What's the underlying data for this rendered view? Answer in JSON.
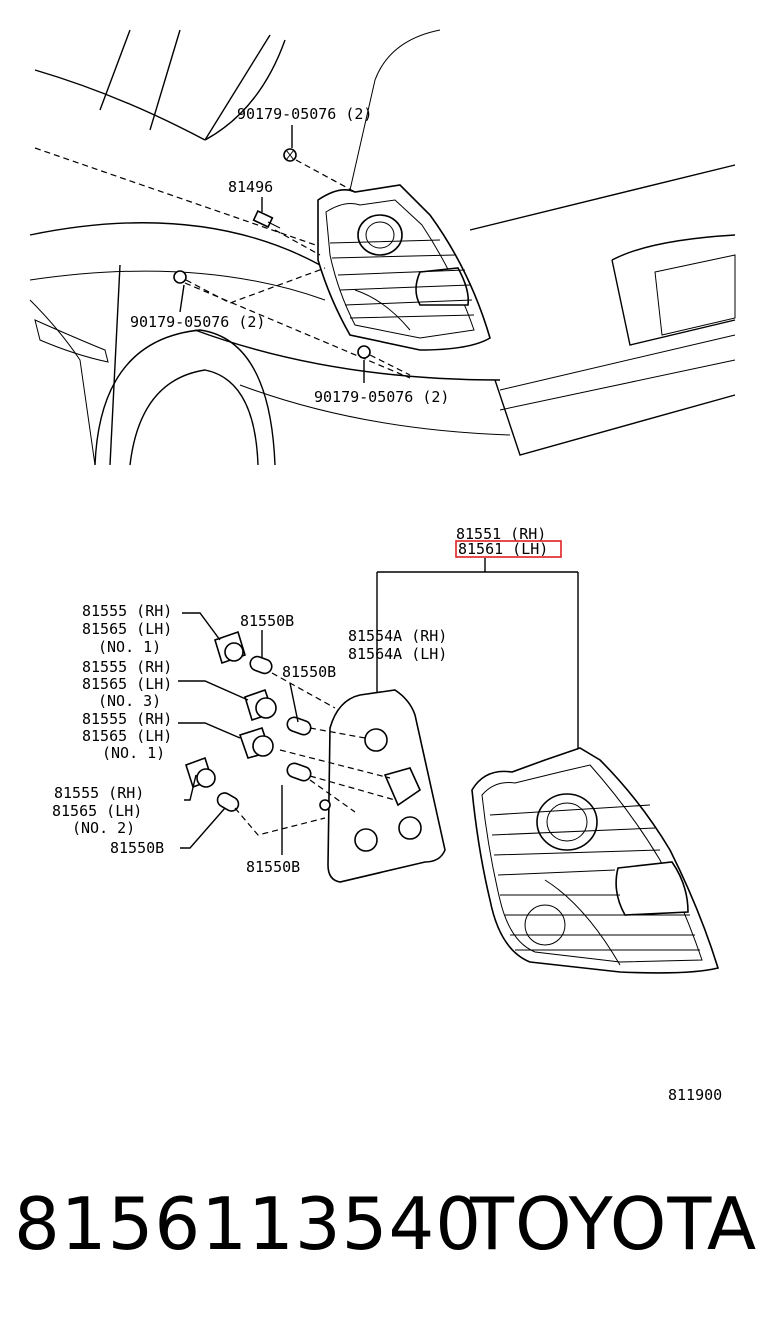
{
  "labels": {
    "clip_top": "90179-05076 (2)",
    "bolt": "81496",
    "clip_left": "90179-05076 (2)",
    "clip_bottom": "90179-05076 (2)",
    "assy_rh": "81551 (RH)",
    "assy_lh": "81561 (LH)",
    "gasket_rh": "81554A (RH)",
    "gasket_lh": "81564A (LH)",
    "socket1_rh": "81555 (RH)",
    "socket1_lh": "81565 (LH)",
    "socket1_no": "(NO. 1)",
    "socket3_rh": "81555 (RH)",
    "socket3_lh": "81565 (LH)",
    "socket3_no": "(NO. 3)",
    "socket1b_rh": "81555 (RH)",
    "socket1b_lh": "81565 (LH)",
    "socket1b_no": "(NO. 1)",
    "socket2_rh": "81555 (RH)",
    "socket2_lh": "81565 (LH)",
    "socket2_no": "(NO. 2)",
    "bulb_a": "81550B",
    "bulb_b": "81550B",
    "bulb_c": "81550B",
    "bulb_d": "81550B",
    "figure_code": "811900"
  },
  "highlight_color": "#e02020",
  "footer": {
    "part_number": "8156113540",
    "brand": "TOYOTA"
  }
}
